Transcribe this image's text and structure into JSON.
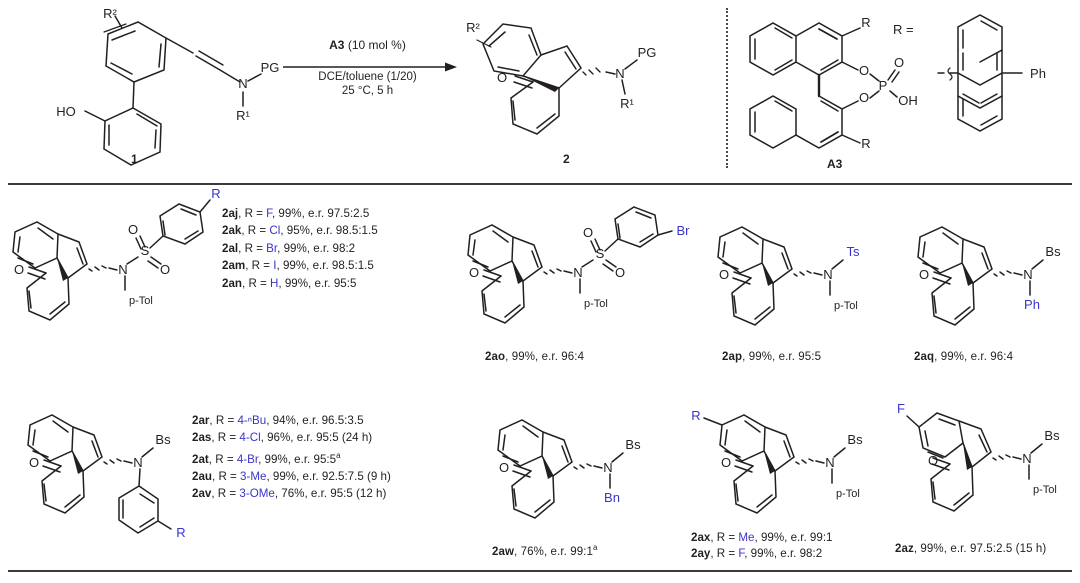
{
  "figure": {
    "scheme": {
      "substrate_label": "1",
      "product_label": "2",
      "catalyst_label": "A3",
      "conditions": {
        "catalyst": "A3",
        "loading": "(10 mol %)",
        "solvent": "DCE/toluene (1/20)",
        "temp_time": "25 °C, 5 h"
      },
      "substrate_atoms": {
        "r2": "R²",
        "ho": "HO",
        "n": "N",
        "pg": "PG",
        "r1": "R¹"
      },
      "product_atoms": {
        "r2": "R²",
        "o": "O",
        "n": "N",
        "pg": "PG",
        "r1": "R¹"
      },
      "catalyst_atoms": {
        "r_top": "R",
        "r_bottom": "R",
        "o1": "O",
        "o2": "O",
        "o_double": "O",
        "p": "P",
        "oh": "OH"
      },
      "r_definition": {
        "label": "R =",
        "ph": "Ph"
      }
    },
    "entries_row1": {
      "group_a": {
        "structure_atoms": {
          "o": "O",
          "n": "N",
          "s": "S",
          "o_up": "O",
          "o_dn": "O",
          "ptol": "p-Tol",
          "r": "R"
        },
        "items": [
          {
            "id": "2aj",
            "r_prefix": "R = ",
            "r": "F",
            "rest": ", 99%, e.r. 97.5:2.5"
          },
          {
            "id": "2ak",
            "r_prefix": "R = ",
            "r": "Cl",
            "rest": ", 95%, e.r. 98.5:1.5"
          },
          {
            "id": "2al",
            "r_prefix": "R = ",
            "r": "Br",
            "rest": ", 99%, e.r. 98:2"
          },
          {
            "id": "2am",
            "r_prefix": "R = ",
            "r": "I",
            "rest": ", 99%, e.r. 98.5:1.5"
          },
          {
            "id": "2an",
            "r_prefix": "R = ",
            "r": "H",
            "rest": ", 99%, e.r. 95:5"
          }
        ]
      },
      "item_2ao": {
        "structure_atoms": {
          "o": "O",
          "n": "N",
          "s": "S",
          "o_up": "O",
          "o_dn": "O",
          "ptol": "p-Tol",
          "br": "Br"
        },
        "caption_id": "2ao",
        "caption_rest": ", 99%, e.r. 96:4"
      },
      "item_2ap": {
        "structure_atoms": {
          "o": "O",
          "n": "N",
          "ts": "Ts",
          "ptol": "p-Tol"
        },
        "caption_id": "2ap",
        "caption_rest": ", 99%, e.r. 95:5"
      },
      "item_2aq": {
        "structure_atoms": {
          "o": "O",
          "n": "N",
          "bs": "Bs",
          "ph": "Ph"
        },
        "caption_id": "2aq",
        "caption_rest": ", 99%, e.r. 96:4"
      }
    },
    "entries_row2": {
      "group_b": {
        "structure_atoms": {
          "o": "O",
          "n": "N",
          "bs": "Bs",
          "r": "R"
        },
        "items": [
          {
            "id": "2ar",
            "r_prefix": "R = ",
            "r": "4-ⁿBu",
            "rest": ", 94%, e.r. 96.5:3.5"
          },
          {
            "id": "2as",
            "r_prefix": "R = ",
            "r": "4-Cl",
            "rest": ", 96%, e.r. 95:5 (24 h)"
          },
          {
            "id": "2at",
            "r_prefix": "R = ",
            "r": "4-Br",
            "rest": ", 99%, e.r. 95:5",
            "sup": "a"
          },
          {
            "id": "2au",
            "r_prefix": "R = ",
            "r": "3-Me",
            "rest": ", 99%, e.r. 92.5:7.5 (9 h)"
          },
          {
            "id": "2av",
            "r_prefix": "R = ",
            "r": "3-OMe",
            "rest": ", 76%, e.r. 95:5 (12 h)"
          }
        ]
      },
      "item_2aw": {
        "structure_atoms": {
          "o": "O",
          "n": "N",
          "bs": "Bs",
          "bn": "Bn"
        },
        "caption_id": "2aw",
        "caption_rest": ", 76%, e.r. 99:1",
        "caption_sup": "a"
      },
      "group_c": {
        "structure_atoms": {
          "o": "O",
          "n": "N",
          "bs": "Bs",
          "ptol": "p-Tol",
          "r": "R"
        },
        "items": [
          {
            "id": "2ax",
            "r_prefix": "R = ",
            "r": "Me",
            "rest": ", 99%, e.r. 99:1"
          },
          {
            "id": "2ay",
            "r_prefix": "R = ",
            "r": "F",
            "rest": ", 99%, e.r. 98:2"
          }
        ]
      },
      "item_2az": {
        "structure_atoms": {
          "o": "O",
          "n": "N",
          "bs": "Bs",
          "ptol": "p-Tol",
          "f": "F"
        },
        "caption_id": "2az",
        "caption_rest": ", 99%, e.r. 97.5:2.5 (15 h)"
      }
    },
    "colors": {
      "accent_blue": "#3a35c8",
      "ink": "#231f20",
      "rule": "#3b3b3d"
    }
  }
}
